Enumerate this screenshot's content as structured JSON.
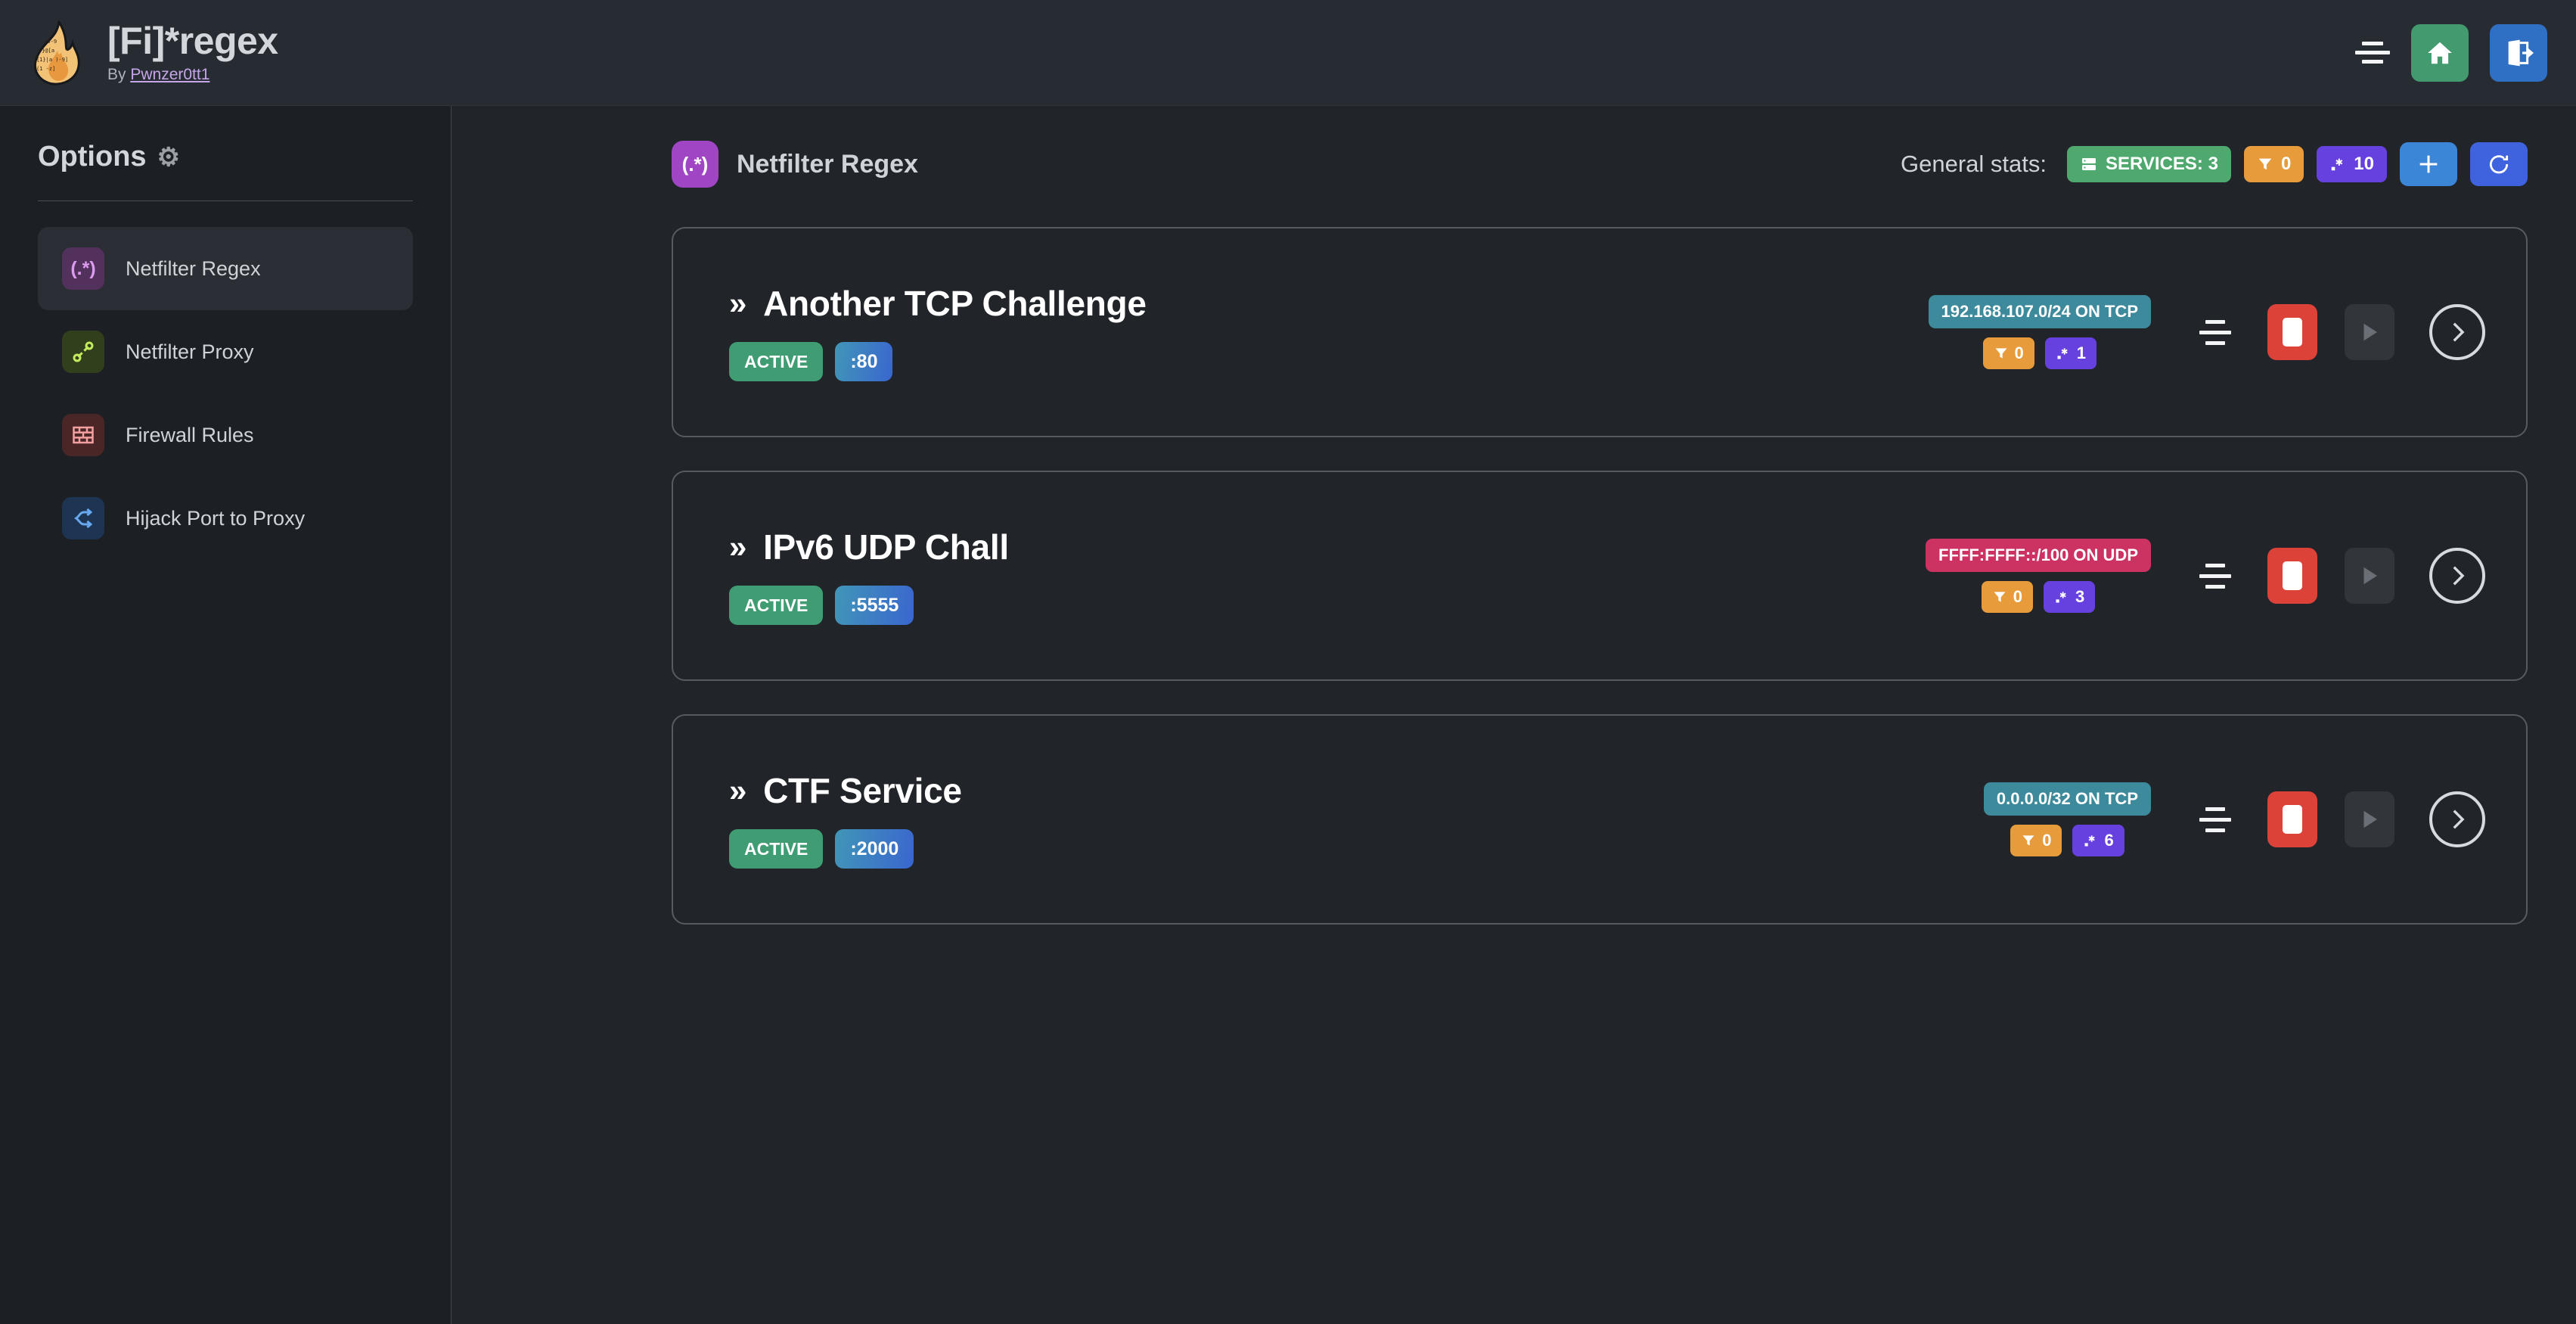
{
  "header": {
    "title": "[Fi]*regex",
    "by_prefix": "By ",
    "author": "Pwnzer0tt1",
    "logo_icon": "flame-icon",
    "menu_icon": "align-center-icon",
    "home_icon": "home-icon",
    "logout_icon": "logout-icon",
    "home_color": "#439a6e",
    "logout_color": "#2f6fc4"
  },
  "sidebar": {
    "title": "Options",
    "gear_icon": "gear-icon",
    "items": [
      {
        "label": "Netfilter Regex",
        "icon": "regex-icon",
        "glyph": "(.*)",
        "active": true
      },
      {
        "label": "Netfilter Proxy",
        "icon": "plug-icon",
        "glyph": "⚯",
        "active": false
      },
      {
        "label": "Firewall Rules",
        "icon": "brick-wall-icon",
        "glyph": "▦",
        "active": false
      },
      {
        "label": "Hijack Port to Proxy",
        "icon": "fork-arrow-icon",
        "glyph": "⤳",
        "active": false
      }
    ]
  },
  "main": {
    "page_icon_glyph": "(.*)",
    "page_icon_color": "#a046c4",
    "page_title": "Netfilter Regex",
    "stats": {
      "label": "General stats:",
      "services_icon": "server-icon",
      "services_text": "SERVICES: 3",
      "services_color": "#4fa96f",
      "filter_icon": "filter-icon",
      "filter_count": "0",
      "filter_color": "#e79b3b",
      "regex_icon": "regex-icon",
      "regex_count": "10",
      "regex_color": "#6741e0",
      "add_icon": "plus-icon",
      "reload_icon": "refresh-icon"
    }
  },
  "services": [
    {
      "name": "Another TCP Challenge",
      "status": "ACTIVE",
      "port": ":80",
      "network": "192.168.107.0/24 ON TCP",
      "network_proto": "tcp",
      "filter_count": "0",
      "regex_count": "1",
      "drag_icon": "drag-handle-icon",
      "stop_icon": "stop-icon",
      "play_icon": "play-icon",
      "go_icon": "chevron-right-icon"
    },
    {
      "name": "IPv6 UDP Chall",
      "status": "ACTIVE",
      "port": ":5555",
      "network": "FFFF:FFFF::/100 ON UDP",
      "network_proto": "udp",
      "filter_count": "0",
      "regex_count": "3",
      "drag_icon": "drag-handle-icon",
      "stop_icon": "stop-icon",
      "play_icon": "play-icon",
      "go_icon": "chevron-right-icon"
    },
    {
      "name": "CTF Service",
      "status": "ACTIVE",
      "port": ":2000",
      "network": "0.0.0.0/32 ON TCP",
      "network_proto": "tcp",
      "filter_count": "0",
      "regex_count": "6",
      "drag_icon": "drag-handle-icon",
      "stop_icon": "stop-icon",
      "play_icon": "play-icon",
      "go_icon": "chevron-right-icon"
    }
  ]
}
